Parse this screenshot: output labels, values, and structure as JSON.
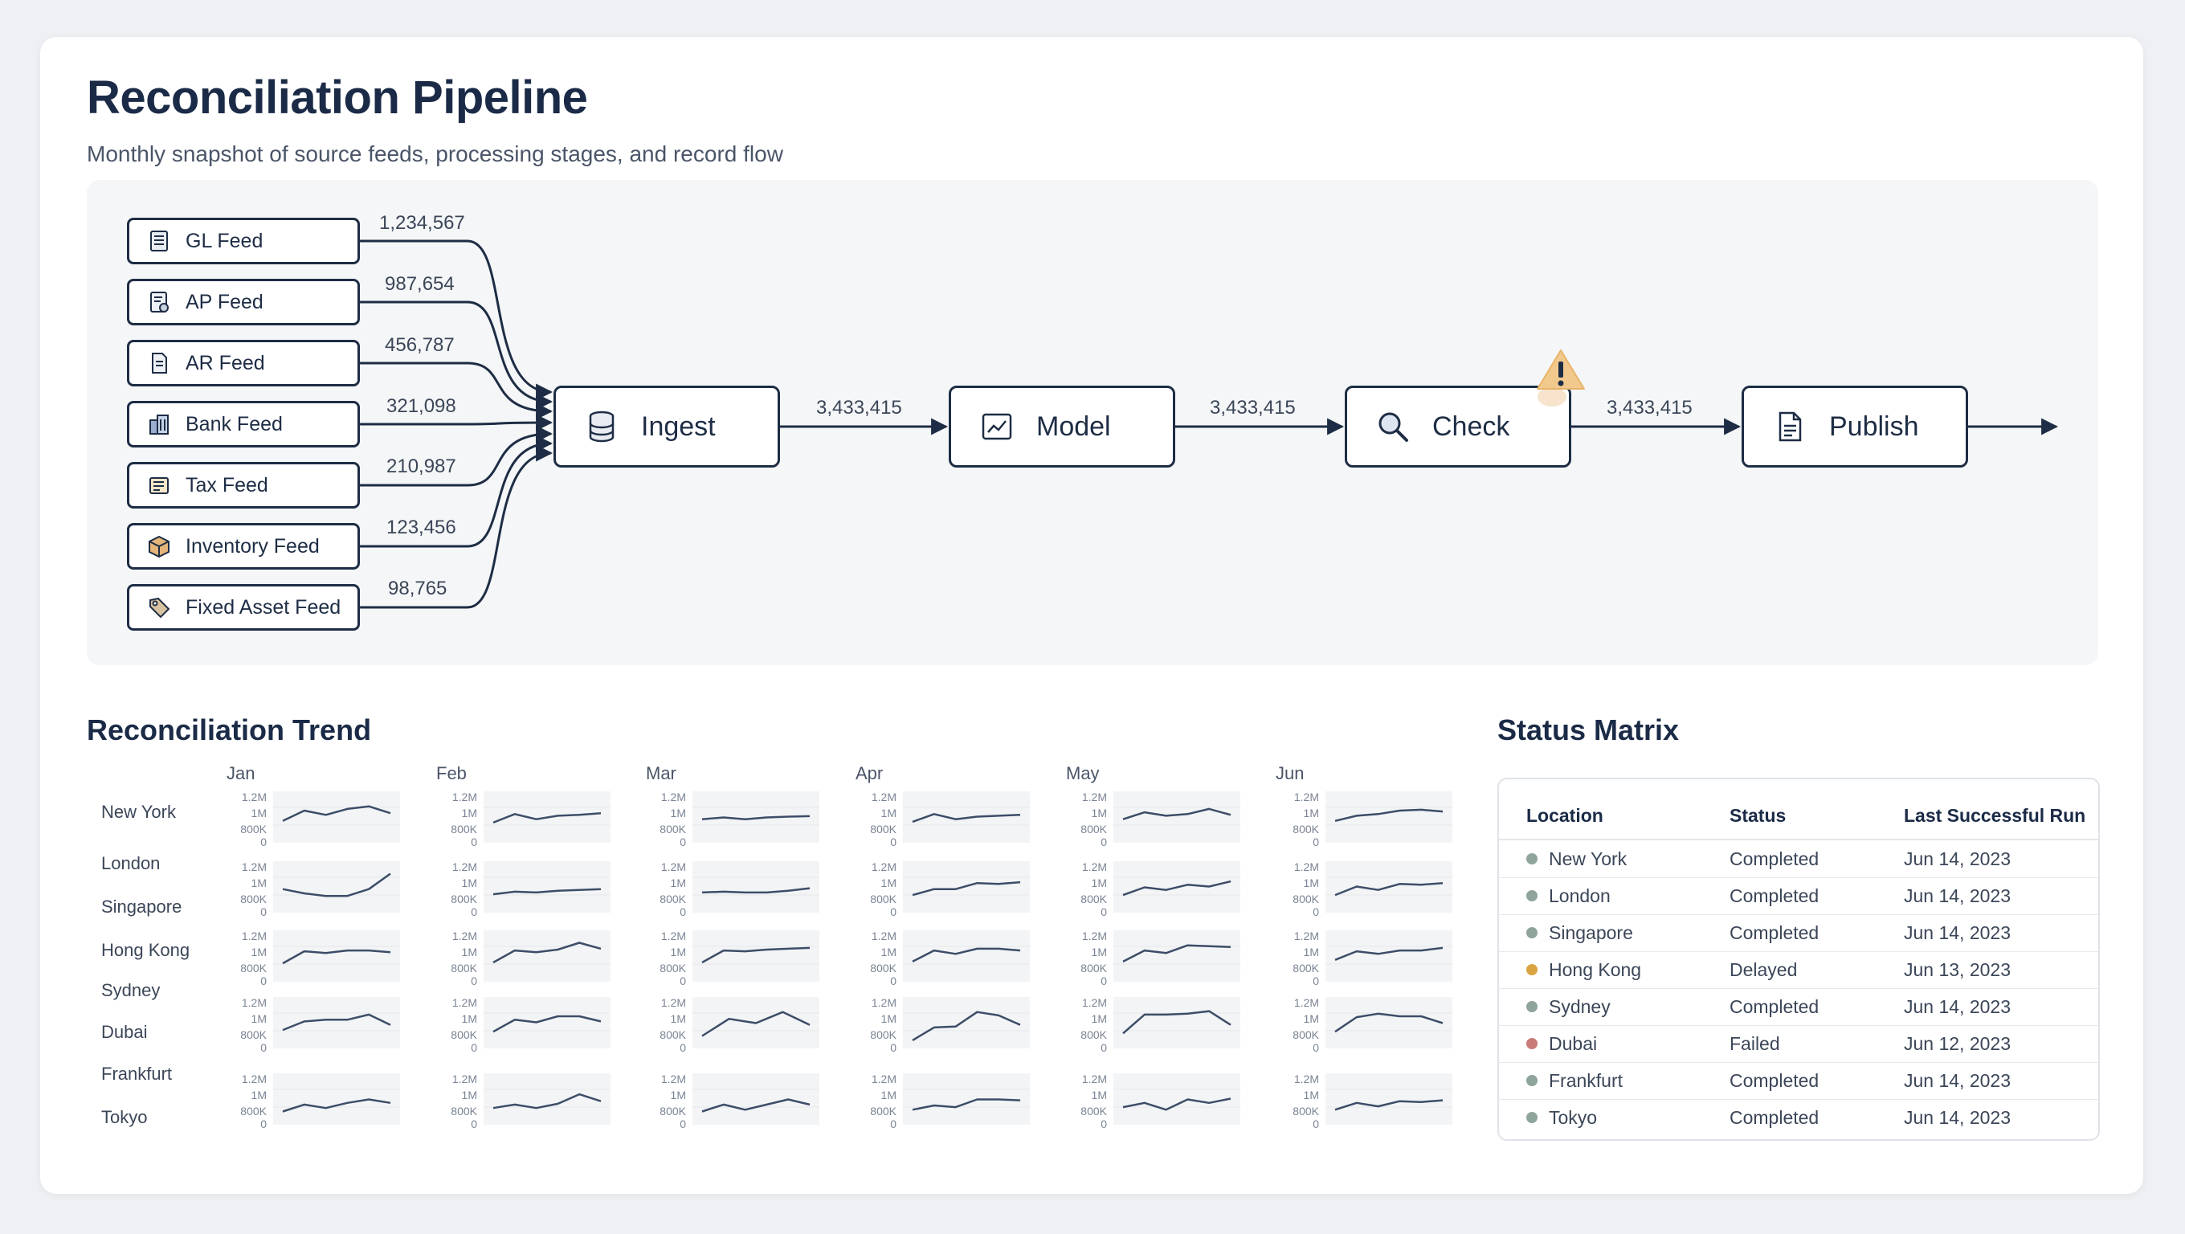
{
  "header": {
    "title": "Reconciliation Pipeline",
    "subtitle": "Monthly snapshot of source feeds, processing stages, and record flow"
  },
  "feeds": [
    {
      "label": "GL Feed",
      "count": "1,234,567",
      "icon": "ledger-icon"
    },
    {
      "label": "AP Feed",
      "count": "987,654",
      "icon": "invoice-icon"
    },
    {
      "label": "AR Feed",
      "count": "456,787",
      "icon": "document-icon"
    },
    {
      "label": "Bank Feed",
      "count": "321,098",
      "icon": "bank-icon"
    },
    {
      "label": "Tax Feed",
      "count": "210,987",
      "icon": "tax-form-icon"
    },
    {
      "label": "Inventory Feed",
      "count": "123,456",
      "icon": "box-icon"
    },
    {
      "label": "Fixed Asset Feed",
      "count": "98,765",
      "icon": "tag-icon"
    }
  ],
  "stages": [
    {
      "label": "Ingest",
      "icon": "database-icon"
    },
    {
      "label": "Model",
      "icon": "chart-icon"
    },
    {
      "label": "Check",
      "icon": "magnifier-icon",
      "warning": true
    },
    {
      "label": "Publish",
      "icon": "document-icon"
    }
  ],
  "flow_counts": [
    "3,433,415",
    "3,433,415",
    "3,433,415"
  ],
  "warning": {
    "icon": "warning-icon",
    "color": "#f2c98d"
  },
  "trend": {
    "title": "Reconciliation Trend",
    "months": [
      "Jan",
      "Feb",
      "Mar",
      "Apr",
      "May",
      "Jun"
    ],
    "locations": [
      "New York",
      "London",
      "Singapore",
      "Hong Kong",
      "Sydney",
      "Dubai",
      "Frankfurt",
      "Tokyo"
    ],
    "axis_ticks": [
      "1.2M",
      "1M",
      "800K",
      "0"
    ]
  },
  "chart_data": {
    "type": "line",
    "title": "Reconciliation Trend",
    "grid": "small-multiples",
    "columns": [
      "Jan",
      "Feb",
      "Mar",
      "Apr",
      "May",
      "Jun"
    ],
    "rows": [
      "New York",
      "London",
      "Hong Kong",
      "Dubai",
      "Tokyo"
    ],
    "y_ticks": [
      "1.2M",
      "1M",
      "800K",
      "0"
    ],
    "ylim": [
      0,
      1200000
    ],
    "series": [
      {
        "row": "New York",
        "col": "Jan",
        "values": [
          880000,
          1000000,
          950000,
          1020000,
          1050000,
          970000
        ]
      },
      {
        "row": "New York",
        "col": "Feb",
        "values": [
          860000,
          960000,
          900000,
          940000,
          950000,
          970000
        ]
      },
      {
        "row": "New York",
        "col": "Mar",
        "values": [
          900000,
          920000,
          900000,
          920000,
          930000,
          935000
        ]
      },
      {
        "row": "New York",
        "col": "Apr",
        "values": [
          870000,
          960000,
          900000,
          930000,
          940000,
          950000
        ]
      },
      {
        "row": "New York",
        "col": "May",
        "values": [
          900000,
          980000,
          940000,
          960000,
          1020000,
          950000
        ]
      },
      {
        "row": "New York",
        "col": "Jun",
        "values": [
          880000,
          940000,
          960000,
          1000000,
          1010000,
          990000
        ]
      },
      {
        "row": "London",
        "col": "Jan",
        "values": [
          900000,
          850000,
          820000,
          820000,
          900000,
          1080000
        ]
      },
      {
        "row": "London",
        "col": "Feb",
        "values": [
          840000,
          870000,
          860000,
          880000,
          890000,
          900000
        ]
      },
      {
        "row": "London",
        "col": "Mar",
        "values": [
          860000,
          870000,
          860000,
          860000,
          880000,
          910000
        ]
      },
      {
        "row": "London",
        "col": "Apr",
        "values": [
          830000,
          900000,
          900000,
          970000,
          960000,
          980000
        ]
      },
      {
        "row": "London",
        "col": "May",
        "values": [
          830000,
          920000,
          890000,
          950000,
          930000,
          990000
        ]
      },
      {
        "row": "London",
        "col": "Jun",
        "values": [
          830000,
          930000,
          890000,
          960000,
          950000,
          970000
        ]
      },
      {
        "row": "Hong Kong",
        "col": "Jan",
        "values": [
          840000,
          980000,
          960000,
          990000,
          990000,
          970000
        ]
      },
      {
        "row": "Hong Kong",
        "col": "Feb",
        "values": [
          850000,
          990000,
          970000,
          1000000,
          1080000,
          1010000
        ]
      },
      {
        "row": "Hong Kong",
        "col": "Mar",
        "values": [
          850000,
          990000,
          980000,
          1000000,
          1010000,
          1020000
        ]
      },
      {
        "row": "Hong Kong",
        "col": "Apr",
        "values": [
          860000,
          990000,
          950000,
          1010000,
          1010000,
          990000
        ]
      },
      {
        "row": "Hong Kong",
        "col": "May",
        "values": [
          860000,
          990000,
          960000,
          1050000,
          1040000,
          1030000
        ]
      },
      {
        "row": "Hong Kong",
        "col": "Jun",
        "values": [
          880000,
          980000,
          950000,
          990000,
          990000,
          1020000
        ]
      },
      {
        "row": "Dubai",
        "col": "Jan",
        "values": [
          840000,
          940000,
          960000,
          960000,
          1020000,
          900000
        ]
      },
      {
        "row": "Dubai",
        "col": "Feb",
        "values": [
          820000,
          960000,
          930000,
          1000000,
          1000000,
          940000
        ]
      },
      {
        "row": "Dubai",
        "col": "Mar",
        "values": [
          770000,
          970000,
          920000,
          1050000,
          900000
        ]
      },
      {
        "row": "Dubai",
        "col": "Apr",
        "values": [
          720000,
          870000,
          880000,
          1050000,
          1010000,
          900000
        ]
      },
      {
        "row": "Dubai",
        "col": "May",
        "values": [
          800000,
          1020000,
          1020000,
          1030000,
          1060000,
          900000
        ]
      },
      {
        "row": "Dubai",
        "col": "Jun",
        "values": [
          820000,
          990000,
          1030000,
          1000000,
          1000000,
          920000
        ]
      },
      {
        "row": "Tokyo",
        "col": "Jan",
        "values": [
          780000,
          860000,
          820000,
          880000,
          920000,
          880000
        ]
      },
      {
        "row": "Tokyo",
        "col": "Feb",
        "values": [
          820000,
          860000,
          820000,
          870000,
          980000,
          900000
        ]
      },
      {
        "row": "Tokyo",
        "col": "Mar",
        "values": [
          780000,
          860000,
          800000,
          860000,
          920000,
          860000
        ]
      },
      {
        "row": "Tokyo",
        "col": "Apr",
        "values": [
          800000,
          850000,
          830000,
          920000,
          920000,
          910000
        ]
      },
      {
        "row": "Tokyo",
        "col": "May",
        "values": [
          830000,
          880000,
          800000,
          920000,
          880000,
          930000
        ]
      },
      {
        "row": "Tokyo",
        "col": "Jun",
        "values": [
          800000,
          880000,
          840000,
          900000,
          890000,
          910000
        ]
      }
    ]
  },
  "matrix": {
    "title": "Status Matrix",
    "columns": [
      "Location",
      "Status",
      "Last Successful Run"
    ],
    "rows": [
      {
        "location": "New York",
        "status": "Completed",
        "date": "Jun 14, 2023",
        "dot_color": "#8fa49b"
      },
      {
        "location": "London",
        "status": "Completed",
        "date": "Jun 14, 2023",
        "dot_color": "#8fa49b"
      },
      {
        "location": "Singapore",
        "status": "Completed",
        "date": "Jun 14, 2023",
        "dot_color": "#8fa49b"
      },
      {
        "location": "Hong Kong",
        "status": "Delayed",
        "date": "Jun 13, 2023",
        "dot_color": "#d9a441"
      },
      {
        "location": "Sydney",
        "status": "Completed",
        "date": "Jun 14, 2023",
        "dot_color": "#8fa49b"
      },
      {
        "location": "Dubai",
        "status": "Failed",
        "date": "Jun 12, 2023",
        "dot_color": "#c97b78"
      },
      {
        "location": "Frankfurt",
        "status": "Completed",
        "date": "Jun 14, 2023",
        "dot_color": "#8fa49b"
      },
      {
        "location": "Tokyo",
        "status": "Completed",
        "date": "Jun 14, 2023",
        "dot_color": "#8fa49b"
      }
    ]
  },
  "colors": {
    "ink": "#1e2d45",
    "completed": "#8fa49b",
    "delayed": "#d9a441",
    "failed": "#c97b78",
    "line": "#3d4d68",
    "line_secondary": "#8e9ad6"
  }
}
